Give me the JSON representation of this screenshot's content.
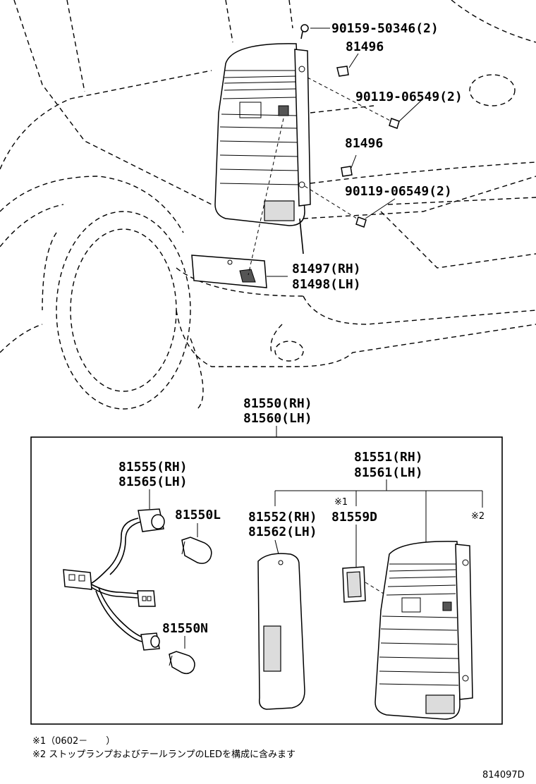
{
  "labels": {
    "p90159": "90159-50346(2)",
    "p81496_top": "81496",
    "p90119_a": "90119-06549(2)",
    "p81496_mid": "81496",
    "p90119_b": "90119-06549(2)",
    "p81497": "81497(RH)",
    "p81498": "81498(LH)",
    "p81550": "81550(RH)",
    "p81560": "81560(LH)",
    "p81555": "81555(RH)",
    "p81565": "81565(LH)",
    "p81550L": "81550L",
    "p81550N": "81550N",
    "p81551": "81551(RH)",
    "p81561": "81561(LH)",
    "p81552": "81552(RH)",
    "p81562": "81562(LH)",
    "p81559D": "81559D",
    "mark1": "※1",
    "mark2": "※2"
  },
  "notes": {
    "note1": "※1（0602－　　）",
    "note2": "※2 ストップランプおよびテールランプのLEDを構成に含みます"
  },
  "reference": "814097D"
}
